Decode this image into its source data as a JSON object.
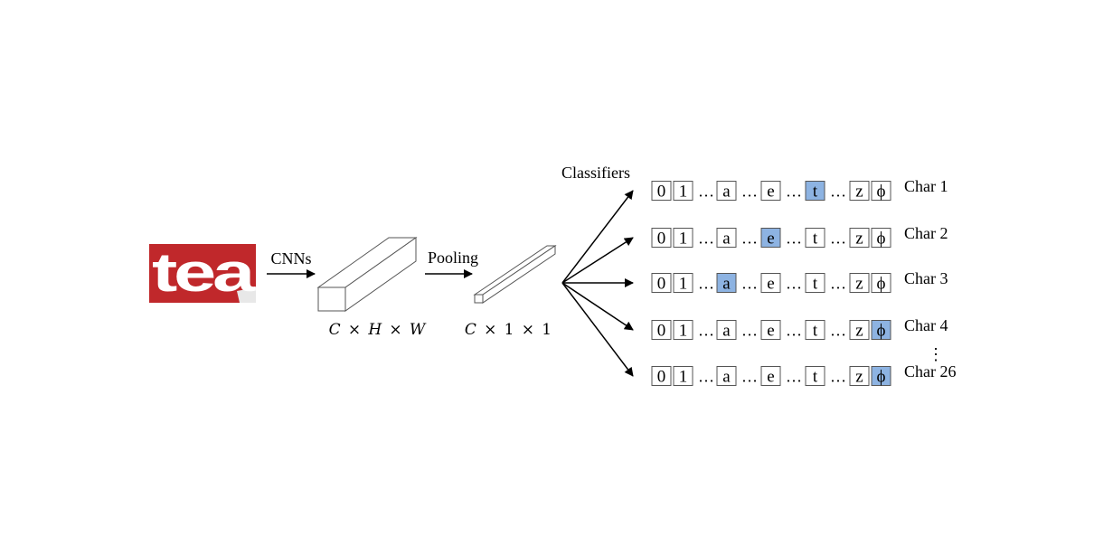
{
  "input_image": {
    "text": "tea",
    "background_color": "#c0282b",
    "text_color": "#ffffff"
  },
  "labels": {
    "cnns": "CNNs",
    "pooling": "Pooling",
    "classifiers": "Classifiers",
    "feature_map_dims": [
      "C",
      "×",
      "H",
      "×",
      "W"
    ],
    "pooled_dims": [
      "C",
      "×",
      "1",
      "×",
      "1"
    ],
    "vertical_ellipsis": "⋮"
  },
  "highlight_color": "#8db3e2",
  "classifier_rows": [
    {
      "label": "Char 1",
      "highlight": "t"
    },
    {
      "label": "Char 2",
      "highlight": "e"
    },
    {
      "label": "Char 3",
      "highlight": "a"
    },
    {
      "label": "Char 4",
      "highlight": "ϕ"
    },
    {
      "label": "Char 26",
      "highlight": "ϕ"
    }
  ],
  "row_tokens": [
    "0",
    "1",
    "…",
    "a",
    "…",
    "e",
    "…",
    "t",
    "…",
    "z",
    "ϕ"
  ]
}
